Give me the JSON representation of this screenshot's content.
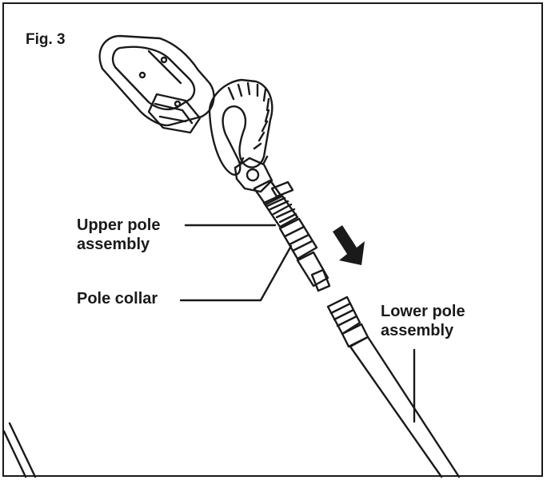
{
  "figure": {
    "label": "Fig. 3",
    "callouts": {
      "upper_pole": "Upper pole\nassembly",
      "pole_collar": "Pole collar",
      "lower_pole": "Lower pole\nassembly"
    }
  },
  "colors": {
    "line": "#1a1a1a",
    "background": "#ffffff"
  },
  "icons": [
    "down-arrow-icon"
  ]
}
